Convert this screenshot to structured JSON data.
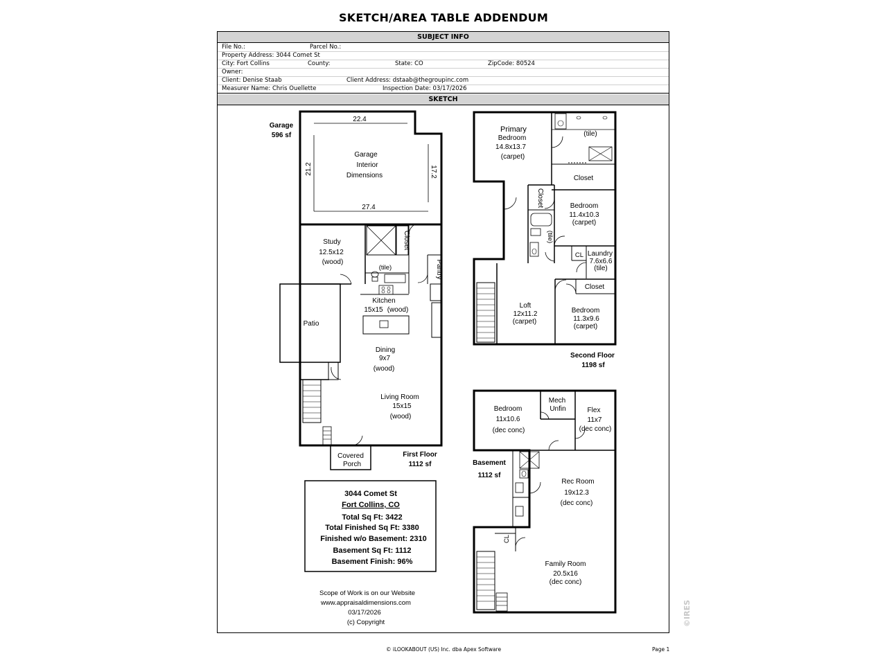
{
  "page_title": "SKETCH/AREA TABLE ADDENDUM",
  "subject_info": {
    "header": "SUBJECT INFO",
    "file_no": "File No.:",
    "parcel_no": "Parcel No.:",
    "property_address": "Property Address: 3044 Comet St",
    "city": "City: Fort Collins",
    "county": "County:",
    "state": "State: CO",
    "zipcode": "ZipCode: 80524",
    "owner": "Owner:",
    "client": "Client: Denise Staab",
    "client_address": "Client Address: dstaab@thegroupinc.com",
    "measurer": "Measurer Name: Chris Ouellette",
    "inspection_date": "Inspection Date: 03/17/2026"
  },
  "sketch_header": "SKETCH",
  "garage": {
    "title": "Garage",
    "area": "596 sf",
    "dim_top": "22.4",
    "dim_left": "21.2",
    "dim_right": "17.2",
    "dim_bottom": "27.4",
    "interior_line1": "Garage",
    "interior_line2": "Interior",
    "interior_line3": "Dimensions"
  },
  "first_floor": {
    "label": "First Floor",
    "area": "1112 sf",
    "study": {
      "name": "Study",
      "dims": "12.5x12",
      "finish": "(wood)"
    },
    "closet": "Closet",
    "pantry": "Pantry",
    "bath_finish": "(tile)",
    "kitchen": {
      "name": "Kitchen",
      "dims": "15x15",
      "finish": "(wood)"
    },
    "patio": "Patio",
    "dining": {
      "name": "Dining",
      "dims": "9x7",
      "finish": "(wood)"
    },
    "living": {
      "name": "Living Room",
      "dims": "15x15",
      "finish": "(wood)"
    },
    "porch_line1": "Covered",
    "porch_line2": "Porch"
  },
  "second_floor": {
    "label": "Second Floor",
    "area": "1198 sf",
    "primary": {
      "line1": "Primary",
      "name": "Bedroom",
      "dims": "14.8x13.7",
      "finish": "(carpet)"
    },
    "bath_finish_top": "(tile)",
    "closet_top": "Closet",
    "closet_vertical": "Closet",
    "bedroom_a": {
      "name": "Bedroom",
      "dims": "11.4x10.3",
      "finish": "(carpet)"
    },
    "bath_finish_mid": "(tile)",
    "cl": "CL",
    "laundry": {
      "name": "Laundry",
      "dims": "7.6x6.6",
      "finish": "(tile)"
    },
    "closet_lower": "Closet",
    "loft": {
      "name": "Loft",
      "dims": "12x11.2",
      "finish": "(carpet)"
    },
    "bedroom_b": {
      "name": "Bedroom",
      "dims": "11.3x9.6",
      "finish": "(carpet)"
    }
  },
  "basement": {
    "label": "Basement",
    "area": "1112 sf",
    "bedroom": {
      "name": "Bedroom",
      "dims": "11x10.6",
      "finish": "(dec conc)"
    },
    "mech_line1": "Mech",
    "mech_line2": "Unfin",
    "flex": {
      "name": "Flex",
      "dims": "11x7",
      "finish": "(dec conc)"
    },
    "rec": {
      "name": "Rec Room",
      "dims": "19x12.3",
      "finish": "(dec conc)"
    },
    "cl": "CL",
    "family": {
      "name": "Family Room",
      "dims": "20.5x16",
      "finish": "(dec conc)"
    }
  },
  "summary": {
    "address": "3044 Comet St",
    "city": "Fort Collins, CO",
    "total": "Total Sq Ft: 3422",
    "total_finished": "Total Finished Sq Ft: 3380",
    "finished_wo_basement": "Finished w/o Basement: 2310",
    "basement_sqft": "Basement Sq Ft: 1112",
    "basement_finish": "Basement Finish: 96%"
  },
  "scope": {
    "line1": "Scope of Work is on our Website",
    "line2": "www.appraisaldimensions.com",
    "line3": "03/17/2026",
    "line4": "(c) Copyright"
  },
  "footer": {
    "copyright": "© iLOOKABOUT (US) Inc. dba Apex Software",
    "page": "Page 1"
  },
  "watermark": "©IRES"
}
